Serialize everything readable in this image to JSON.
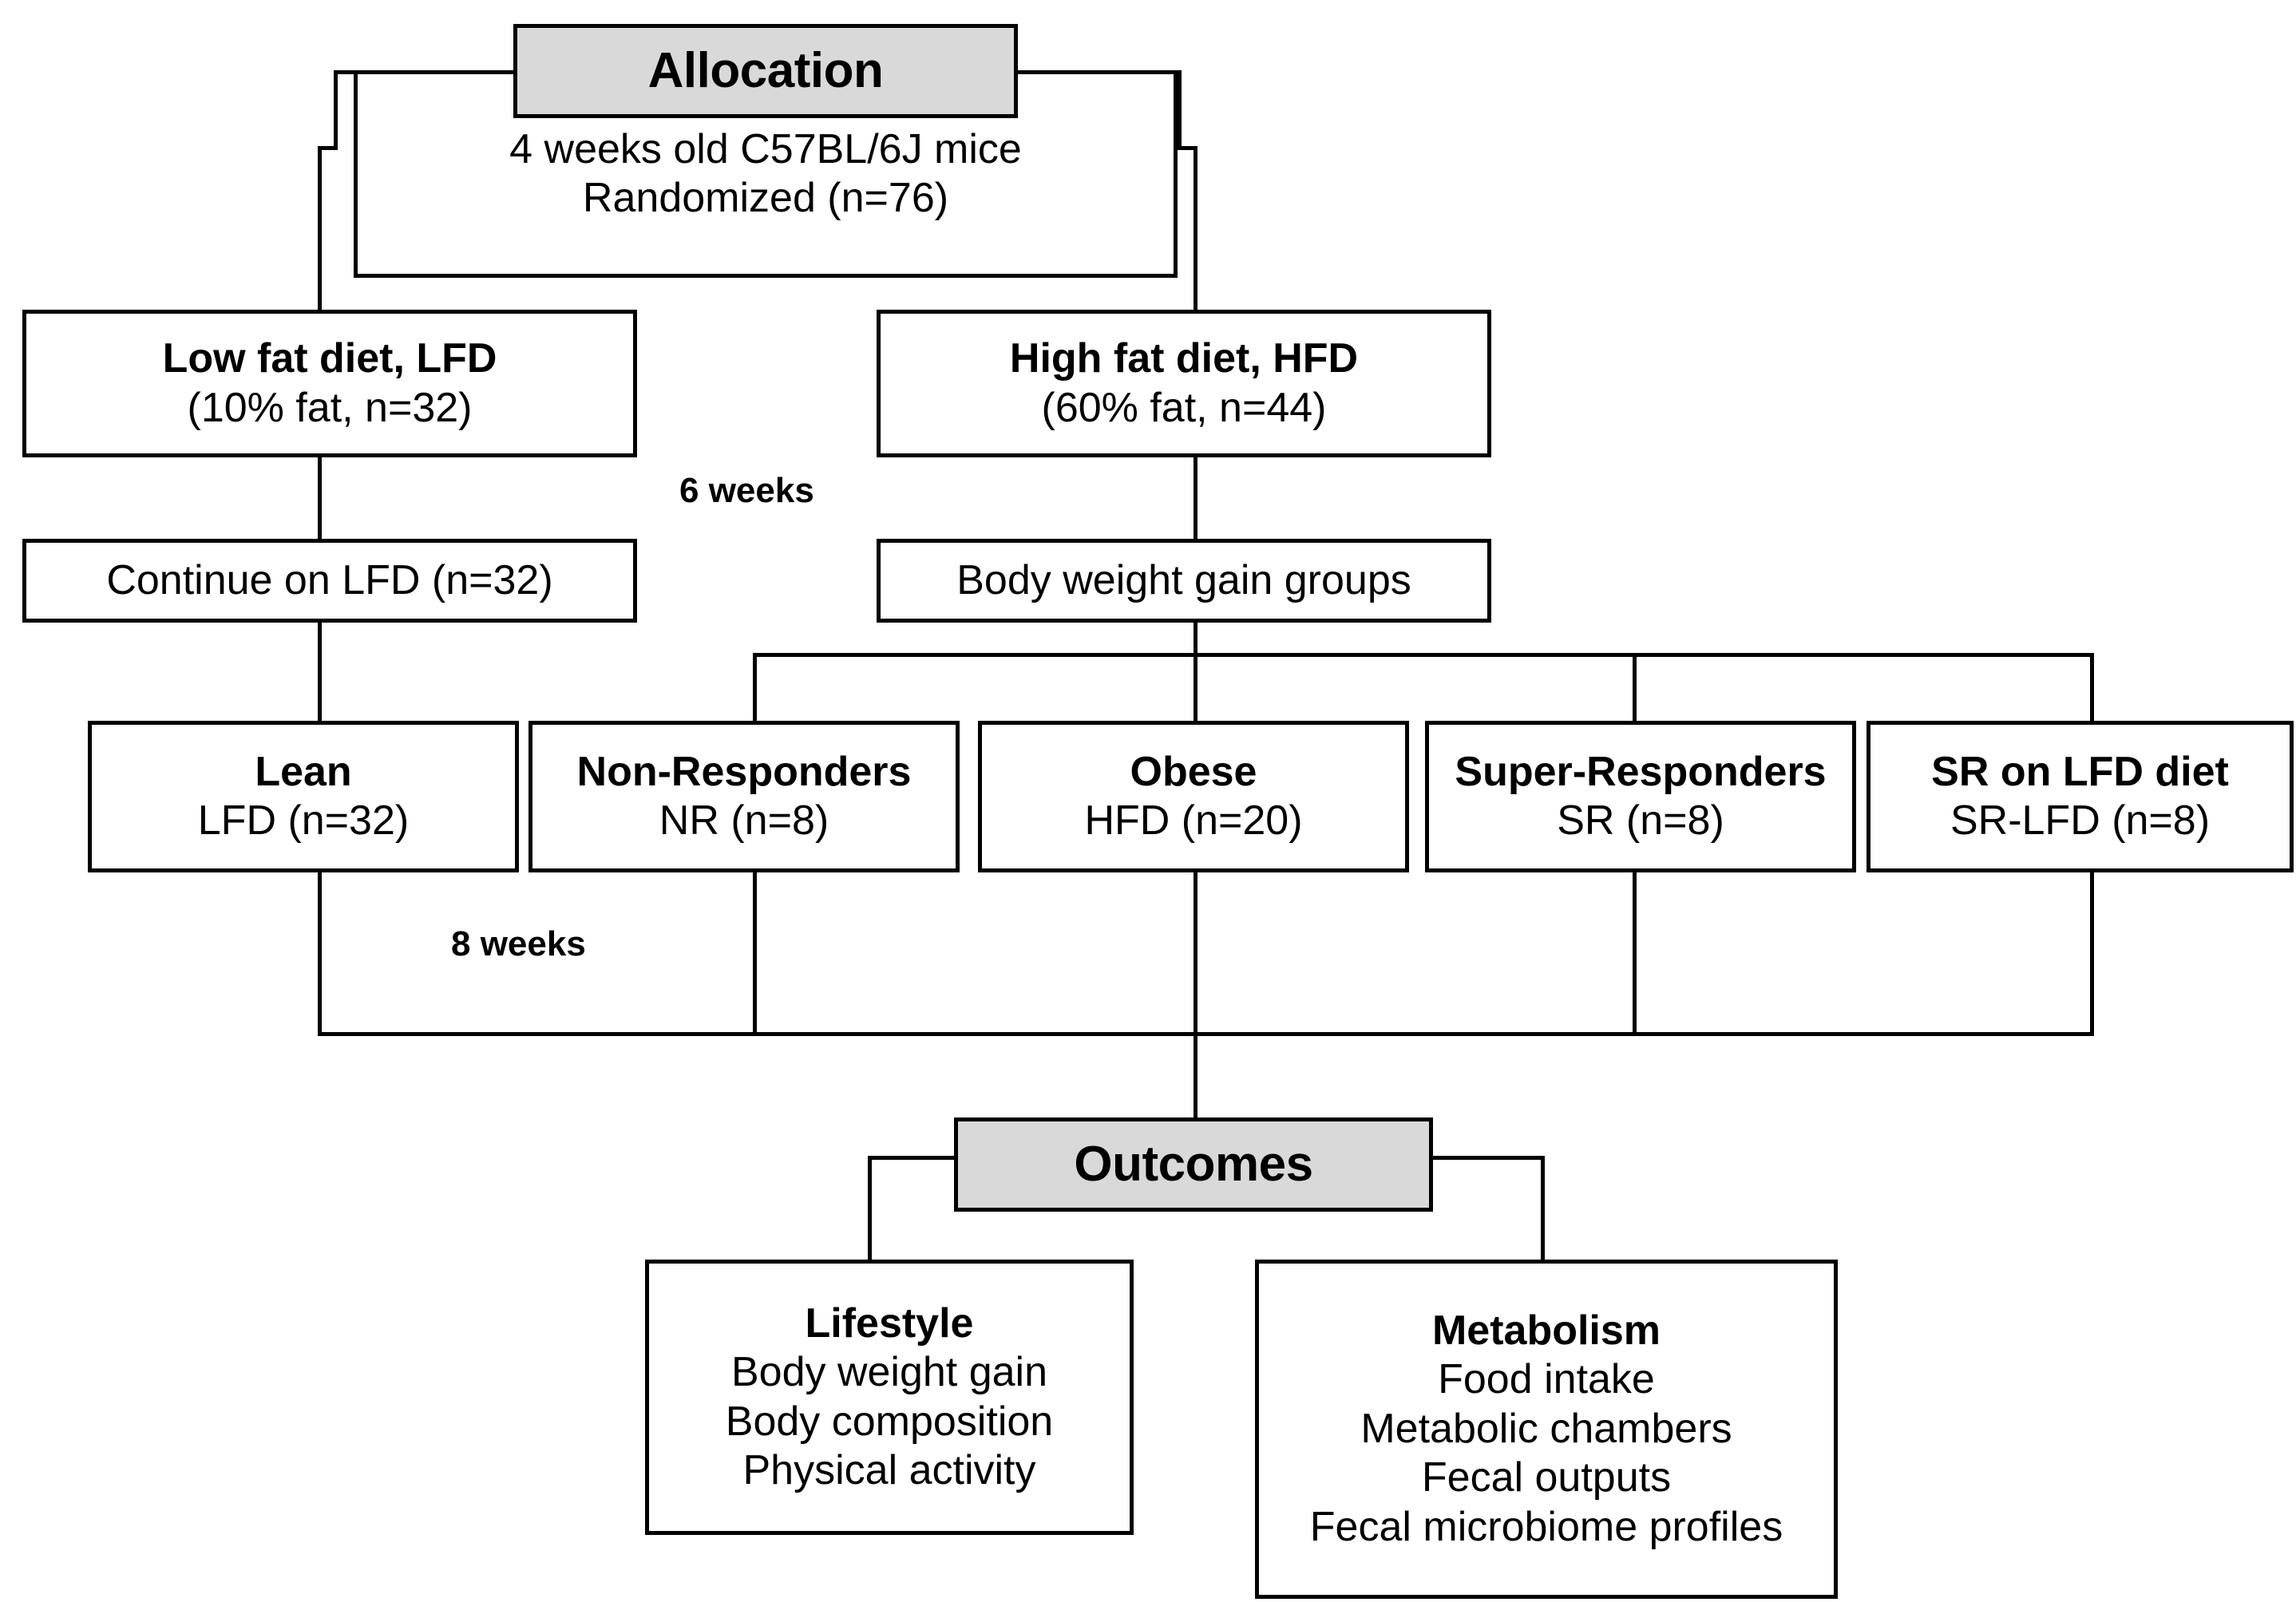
{
  "figure": {
    "type": "study-design-flowchart",
    "colors": {
      "stroke": "#000000",
      "header_fill": "#d9d9d9",
      "box_fill": "#ffffff",
      "background": "#ffffff"
    }
  },
  "allocation": {
    "header": "Allocation",
    "line1": "4 weeks old C57BL/6J mice",
    "line2": "Randomized (n=76)"
  },
  "diets": {
    "lfd": {
      "title": "Low fat diet, LFD",
      "detail": "(10% fat, n=32)"
    },
    "hfd": {
      "title": "High fat diet, HFD",
      "detail": "(60% fat, n=44)"
    }
  },
  "durations": {
    "phase1": "6 weeks",
    "phase2": "8 weeks"
  },
  "mid_stage": {
    "lfd_continue": "Continue on LFD (n=32)",
    "hfd_split": "Body weight gain groups"
  },
  "groups": [
    {
      "title": "Lean",
      "detail": "LFD (n=32)"
    },
    {
      "title": "Non-Responders",
      "detail": "NR (n=8)"
    },
    {
      "title": "Obese",
      "detail": "HFD (n=20)"
    },
    {
      "title": "Super-Responders",
      "detail": "SR (n=8)"
    },
    {
      "title": "SR on LFD diet",
      "detail": "SR-LFD (n=8)"
    }
  ],
  "outcomes": {
    "header": "Outcomes",
    "panels": [
      {
        "title": "Lifestyle",
        "items": [
          "Body weight gain",
          "Body composition",
          "Physical activity"
        ]
      },
      {
        "title": "Metabolism",
        "items": [
          "Food intake",
          "Metabolic chambers",
          "Fecal outputs",
          "Fecal microbiome profiles"
        ]
      }
    ]
  }
}
